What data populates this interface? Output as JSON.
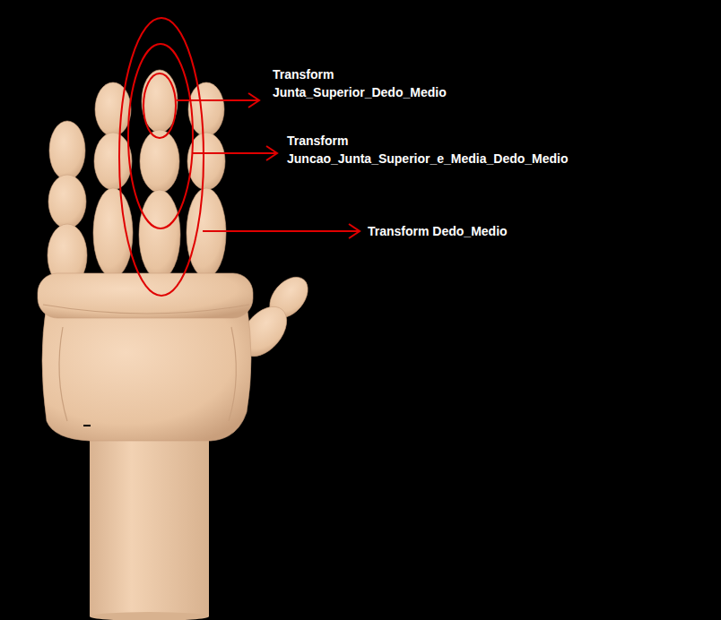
{
  "diagram": {
    "labels": [
      "Transform Junta_Superior_Dedo_Medio",
      "Transform Juncao_Junta_Superior_e_Media_Dedo_Medio",
      "Transform Dedo_Medio"
    ]
  }
}
